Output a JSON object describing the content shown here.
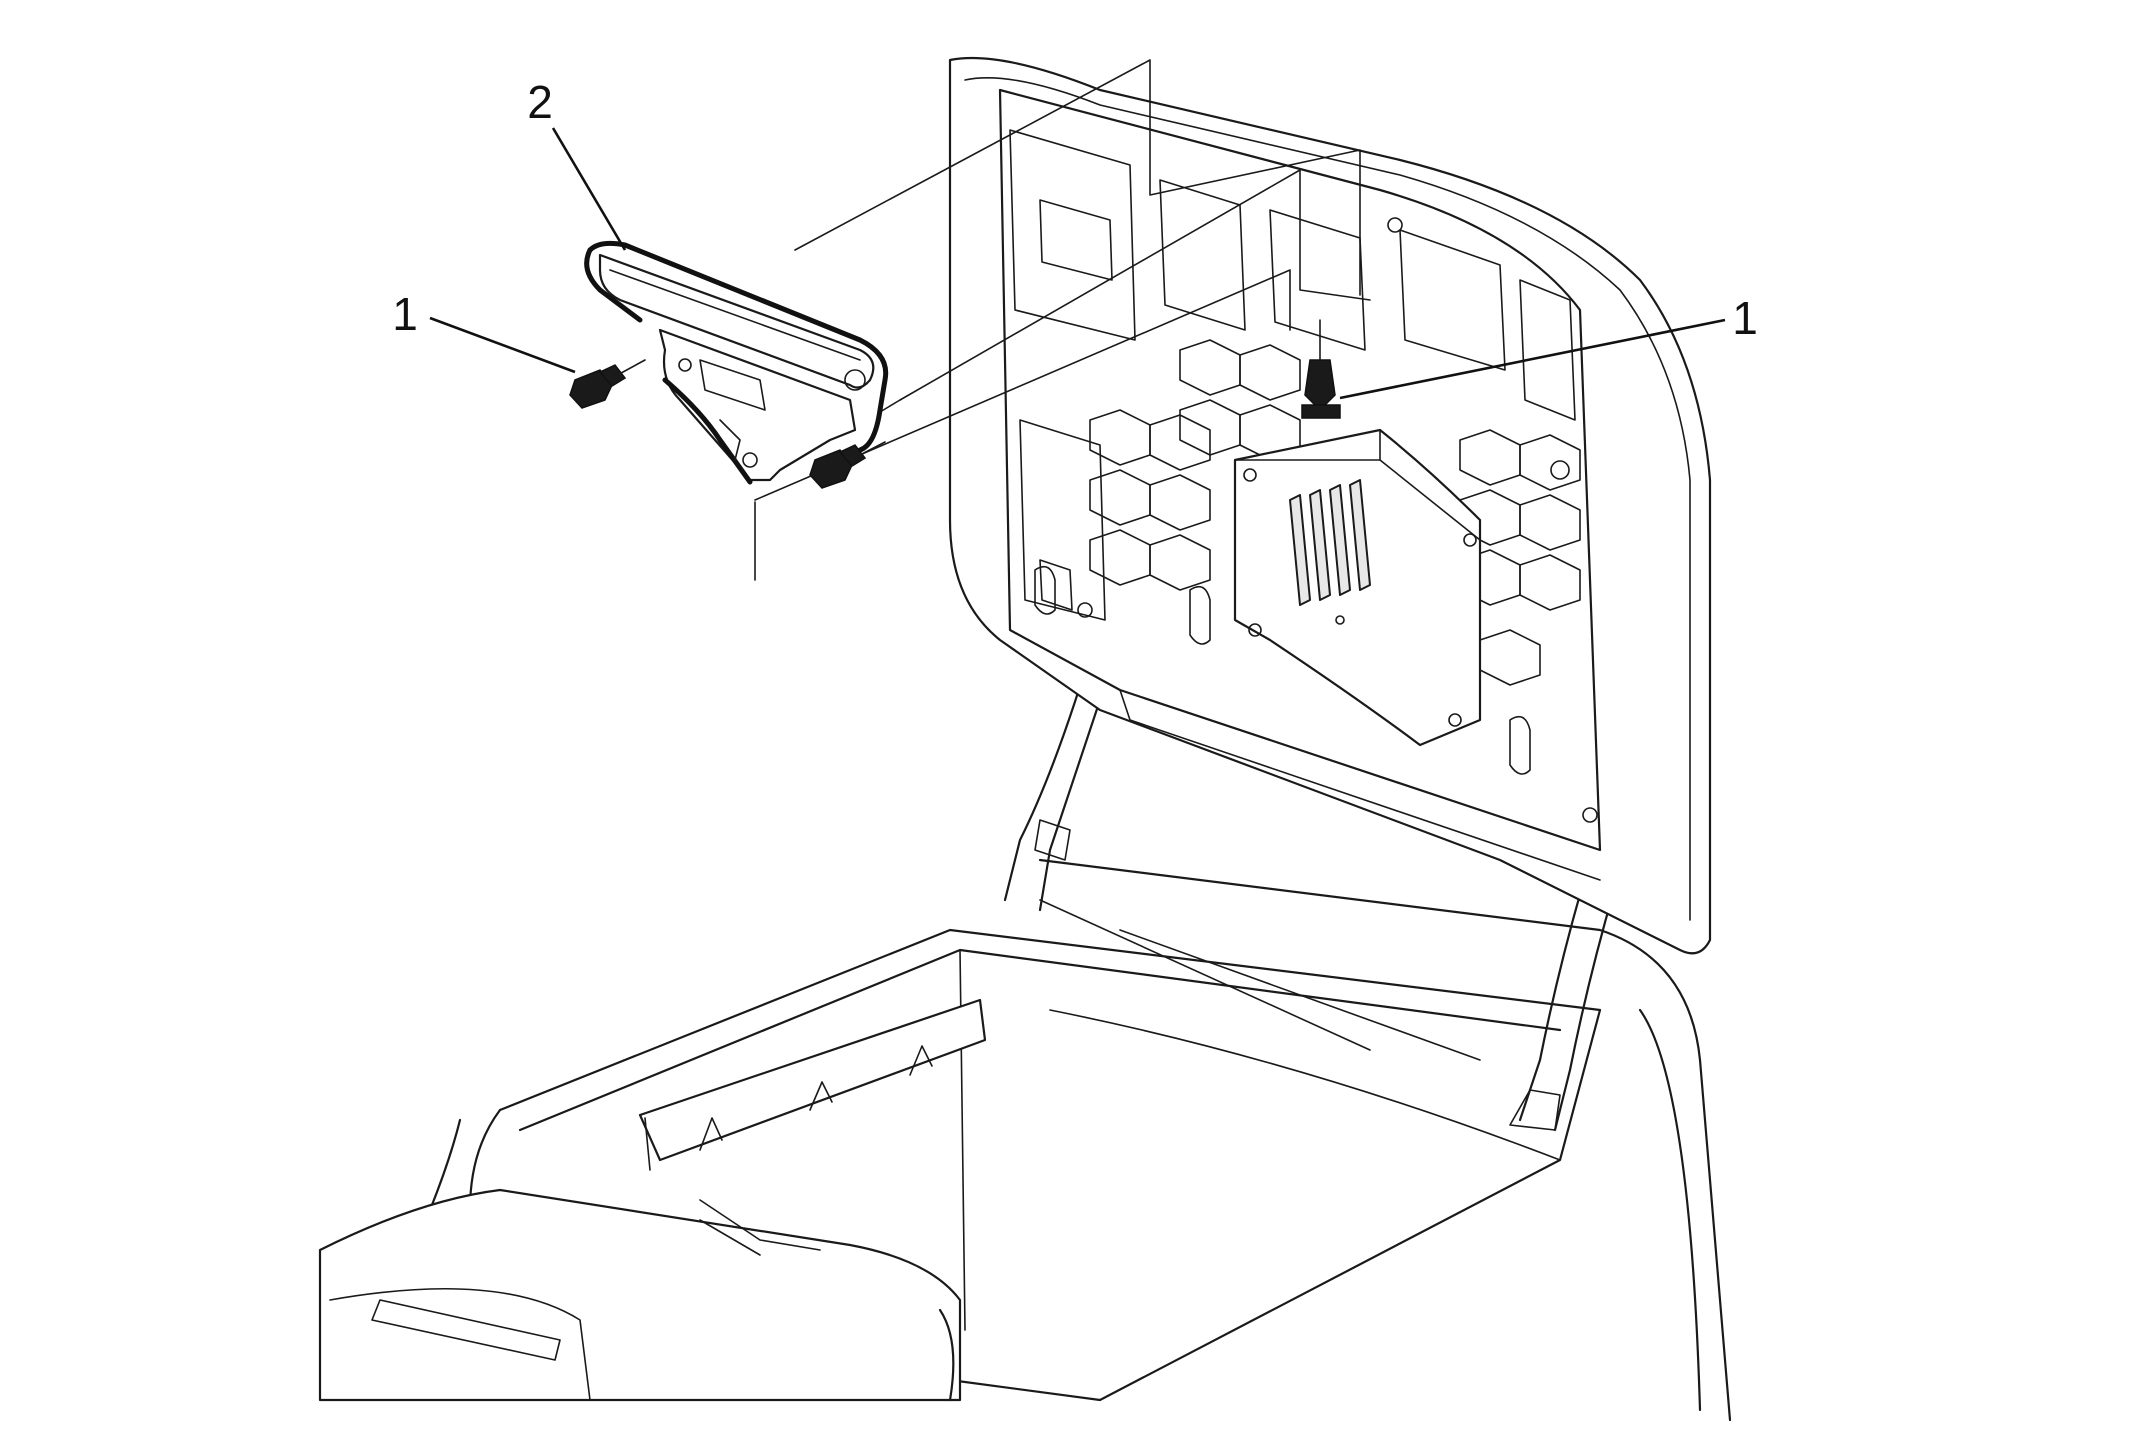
{
  "callouts": [
    {
      "id": "callout-2",
      "label": "2"
    },
    {
      "id": "callout-1-left",
      "label": "1"
    },
    {
      "id": "callout-1-right",
      "label": "1"
    }
  ]
}
